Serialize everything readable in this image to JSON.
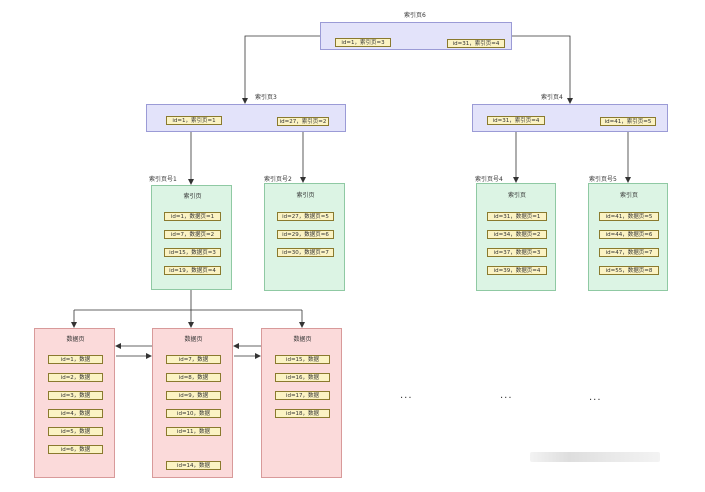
{
  "root": {
    "title": "索引页6",
    "pills": [
      "id=1，索引页=3",
      "id=31，索引页=4"
    ]
  },
  "index_pages": [
    {
      "title": "索引页3",
      "pills": [
        "id=1，索引页=1",
        "id=27，索引页=2"
      ]
    },
    {
      "title": "索引页4",
      "pills": [
        "id=31，索引页=4",
        "id=41，索引页=5"
      ]
    }
  ],
  "leaf_index_pages": [
    {
      "title": "索引页号1",
      "heading": "索引页",
      "pills": [
        "id=1，数据页=1",
        "id=7，数据页=2",
        "id=15，数据页=3",
        "id=19，数据页=4"
      ]
    },
    {
      "title": "索引页号2",
      "heading": "索引页",
      "pills": [
        "id=27，数据页=5",
        "id=29，数据页=6",
        "id=30，数据页=7"
      ]
    },
    {
      "title": "索引页号4",
      "heading": "索引页",
      "pills": [
        "id=31，数据页=1",
        "id=34，数据页=2",
        "id=37，数据页=3",
        "id=39，数据页=4"
      ]
    },
    {
      "title": "索引页号5",
      "heading": "索引页",
      "pills": [
        "id=41，数据页=5",
        "id=44，数据页=6",
        "id=47，数据页=7",
        "id=55，数据页=8"
      ]
    }
  ],
  "data_pages": [
    {
      "heading": "数据页",
      "pills": [
        "id=1，数据",
        "id=2，数据",
        "id=3，数据",
        "id=4，数据",
        "id=5，数据",
        "id=6，数据"
      ]
    },
    {
      "heading": "数据页",
      "pills": [
        "id=7，数据",
        "id=8，数据",
        "id=9，数据",
        "id=10，数据",
        "id=11，数据",
        "id=14，数据"
      ]
    },
    {
      "heading": "数据页",
      "pills": [
        "id=15，数据",
        "id=16，数据",
        "id=17，数据",
        "id=18，数据"
      ]
    }
  ],
  "ellipsis": [
    "···",
    "···",
    "···"
  ],
  "colors": {
    "root": "#e3e3fa",
    "index": "#e3e3fa",
    "leaf_index": "#dcf4e4",
    "data": "#fbdada",
    "pill": "#fbf3c4",
    "line": "#333333"
  }
}
